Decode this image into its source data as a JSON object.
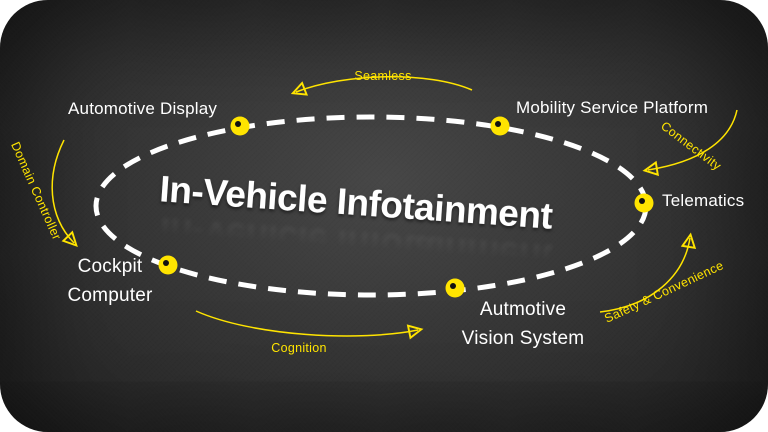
{
  "title": "In-Vehicle Infotainment",
  "nodes": {
    "automotive_display": "Automotive Display",
    "mobility_service_platform": "Mobility Service Platform",
    "telematics": "Telematics",
    "vision_system": "Autmotive\nVision System",
    "cockpit_computer": "Cockpit\nComputer"
  },
  "flows": {
    "seamless": "Seamless",
    "connectivity": "Connectivity",
    "safety_convenience": "Safety & Convenience",
    "cognition": "Cognition",
    "domain_controller": "Domain Controller"
  },
  "colors": {
    "accent_yellow": "#ffe400",
    "text_white": "#ffffff",
    "background_dark": "#1d1d1d"
  }
}
